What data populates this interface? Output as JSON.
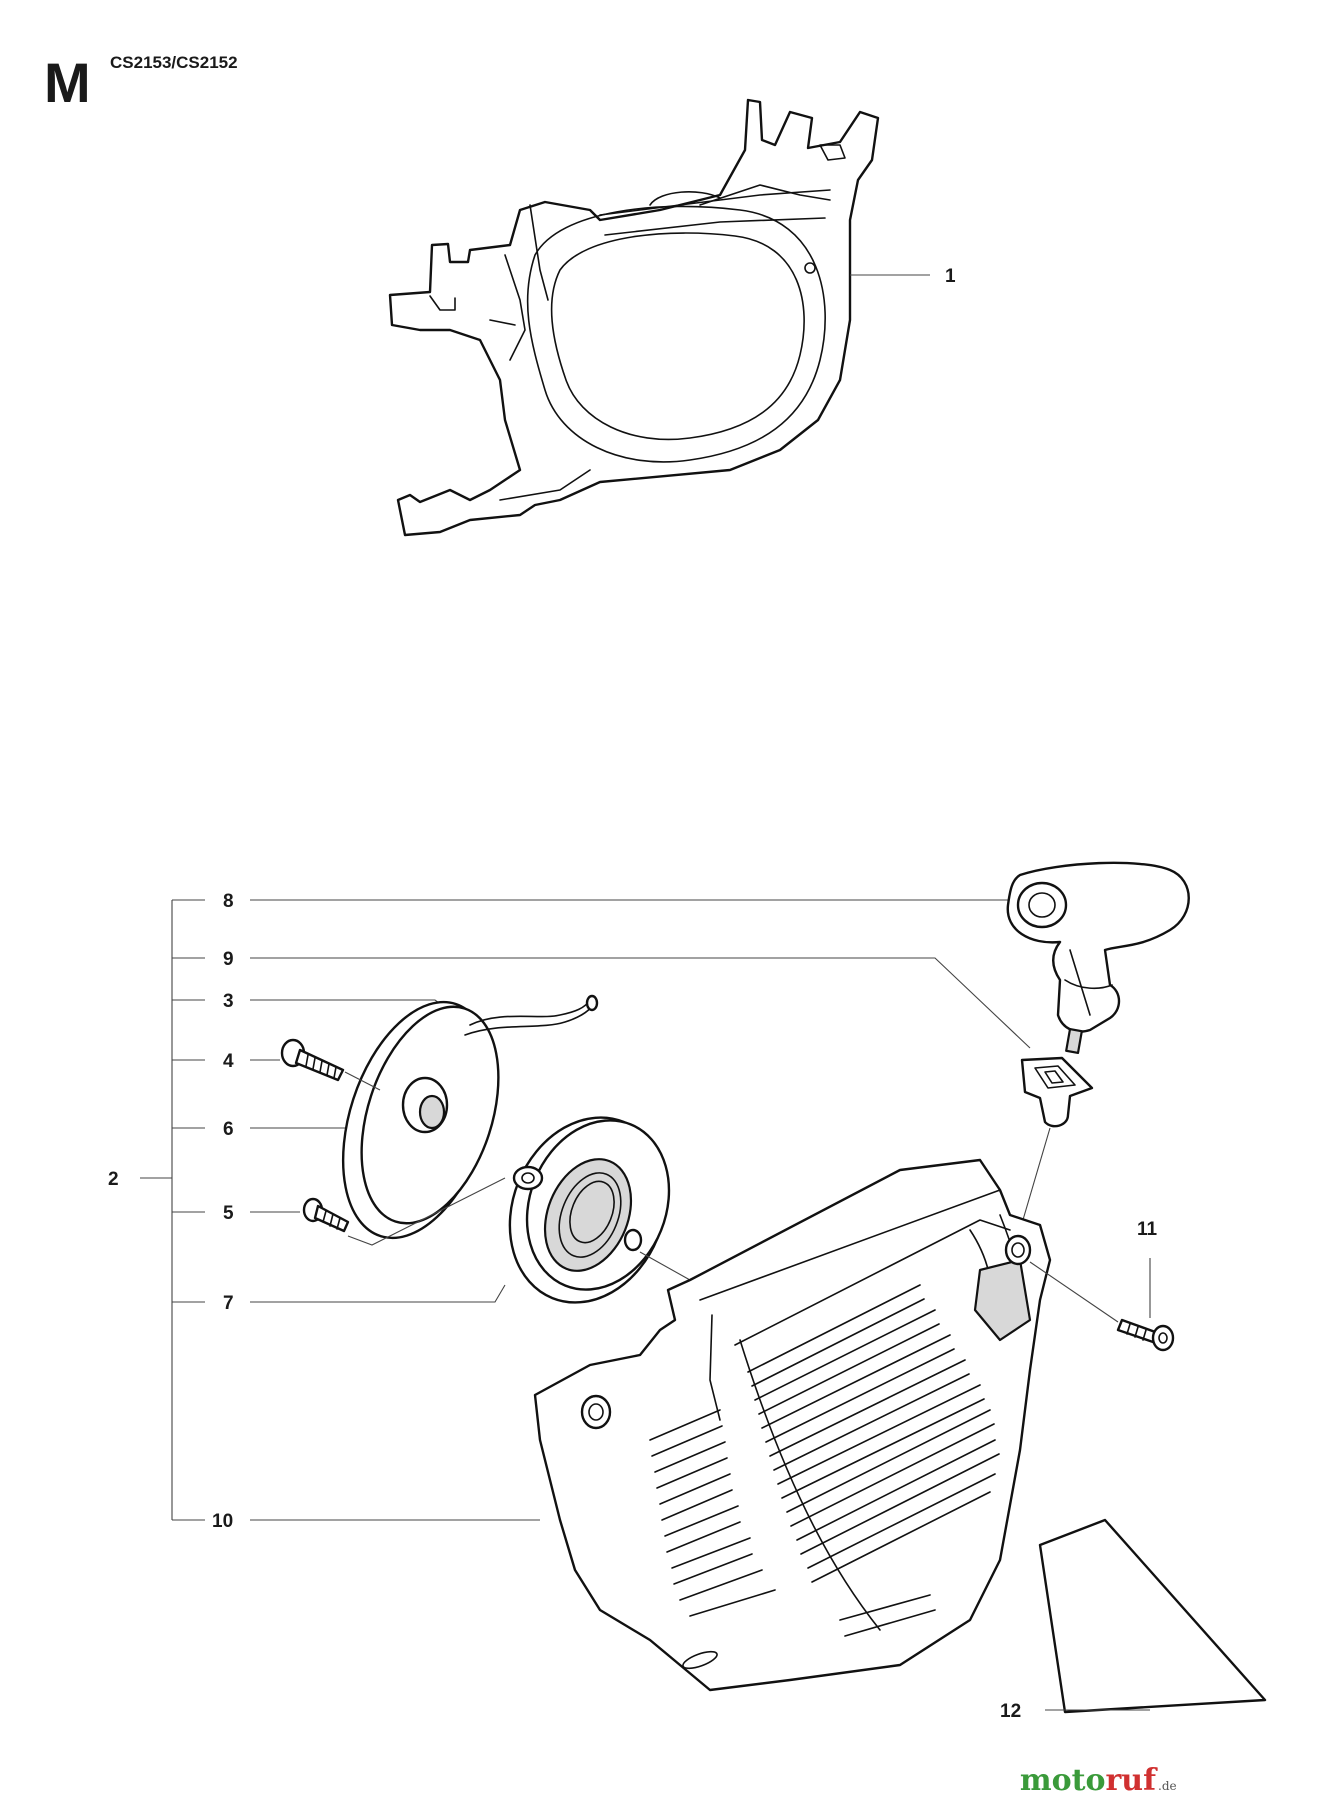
{
  "header": {
    "section_letter": "M",
    "model": "CS2153/CS2152"
  },
  "callouts": {
    "p1": "1",
    "p2": "2",
    "p3": "3",
    "p4": "4",
    "p5": "5",
    "p6": "6",
    "p7": "7",
    "p8": "8",
    "p9": "9",
    "p10": "10",
    "p11": "11",
    "p12": "12"
  },
  "watermark": {
    "moto": "moto",
    "ruf": "ruf",
    "tld": ".de"
  },
  "icons": [
    "fan-housing-icon",
    "starter-cover-icon",
    "rope-pulley-icon",
    "recoil-spring-icon",
    "starter-handle-icon",
    "rope-guide-icon",
    "screw-icon",
    "decal-icon"
  ]
}
